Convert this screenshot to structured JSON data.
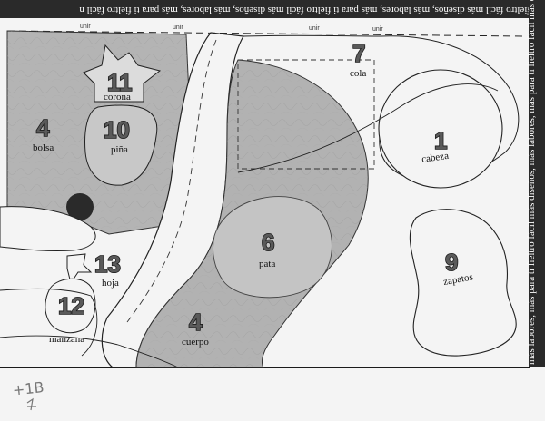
{
  "banner": {
    "top_text": "fieltro fácil  más diseños, más labores, más para ti   fieltro fácil  más diseños, más labores, más para ti   fieltro fácil  n",
    "side_text": "más labores, más para ti  fieltro fácil  más diseños, más labores, más para ti  fieltro fácil  más diseños, más labores, más para ti  fieltro fácil"
  },
  "unir_label": "unir",
  "pieces": [
    {
      "num": "11",
      "label": "corona"
    },
    {
      "num": "10",
      "label": "piña"
    },
    {
      "num": "4",
      "label": "bolsa"
    },
    {
      "num": "7",
      "label": "cola"
    },
    {
      "num": "1",
      "label": "cabeza"
    },
    {
      "num": "6",
      "label": "pata"
    },
    {
      "num": "9",
      "label": "zapatos"
    },
    {
      "num": "13",
      "label": "hoja"
    },
    {
      "num": "12",
      "label": "manzana"
    },
    {
      "num": "4",
      "label": "cuerpo"
    }
  ],
  "handwriting": "+1B"
}
